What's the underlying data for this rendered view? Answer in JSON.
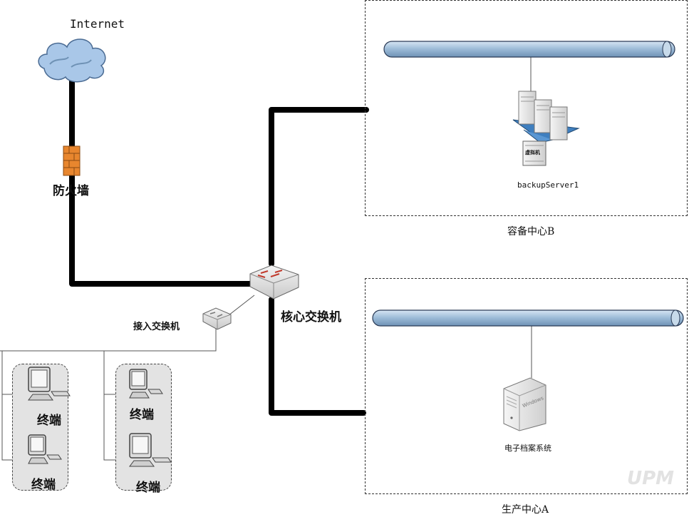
{
  "nodes": {
    "internet": "Internet",
    "firewall": "防火墙",
    "core_switch": "核心交换机",
    "access_switch": "接入交换机",
    "terminal": "终端",
    "server_b_name": "backupServer1",
    "server_a_name": "电子档案系统",
    "vm_badge": "虚拟机",
    "os_badge": "Windows"
  },
  "zones": {
    "backup_center": "容备中心B",
    "production_center": "生产中心A"
  },
  "watermark": "UPM",
  "colors": {
    "link_primary": "#000000",
    "link_secondary": "#555555",
    "bus_fill": "#9bbad6",
    "bus_stroke": "#2a3a55",
    "cloud_fill": "#a9c7e8",
    "firewall_fill": "#e8862e",
    "group_bg": "#e3e3e3"
  }
}
